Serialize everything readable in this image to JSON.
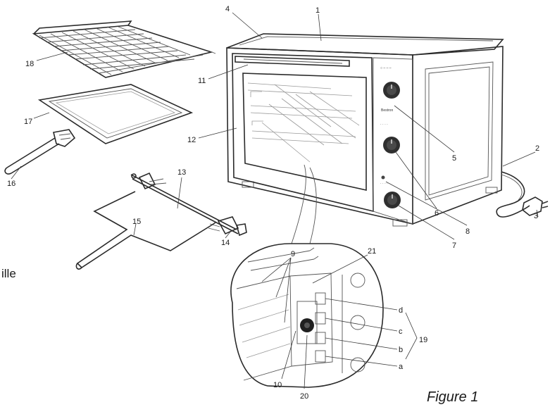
{
  "figure_caption": "Figure 1",
  "side_fragment": "ille",
  "brand_text": "Bestron",
  "callouts": [
    "1",
    "2",
    "3",
    "4",
    "5",
    "6",
    "7",
    "8",
    "11",
    "12",
    "13",
    "14",
    "15",
    "16",
    "17",
    "18",
    "21",
    "9",
    "10",
    "20",
    "19",
    "a",
    "b",
    "c",
    "d"
  ]
}
